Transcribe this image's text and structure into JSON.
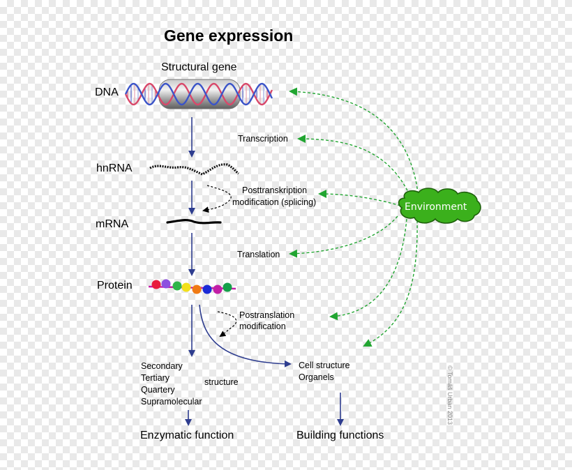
{
  "title": "Gene expression",
  "structural_gene_label": "Structural gene",
  "molecules": {
    "dna": "DNA",
    "hnrna": "hnRNA",
    "mrna": "mRNA",
    "protein": "Protein"
  },
  "processes": {
    "transcription": "Transcription",
    "posttranscription_line1": "Posttranskription",
    "posttranscription_line2": "modification (splicing)",
    "translation": "Translation",
    "postranslation_line1": "Postranslation",
    "postranslation_line2": "modification"
  },
  "structure_levels": [
    "Secondary",
    "Tertiary",
    "Quartery",
    "Supramolecular"
  ],
  "structure_word": "structure",
  "cell": {
    "line1": "Cell structure",
    "line2": "Organels"
  },
  "functions": {
    "enzymatic": "Enzymatic function",
    "building": "Building functions"
  },
  "environment": "Environment",
  "copyright": "© Tomáš Urban 2013",
  "colors": {
    "main_arrow": "#2e3d8f",
    "environment_arrow": "#21a531",
    "environment_fill": "#3bb01c",
    "bead_colors": [
      "#e81c3c",
      "#8d4fe0",
      "#2fb44a",
      "#f2e01a",
      "#f07a14",
      "#1b2ad6",
      "#c21fa6",
      "#15a04a"
    ]
  }
}
